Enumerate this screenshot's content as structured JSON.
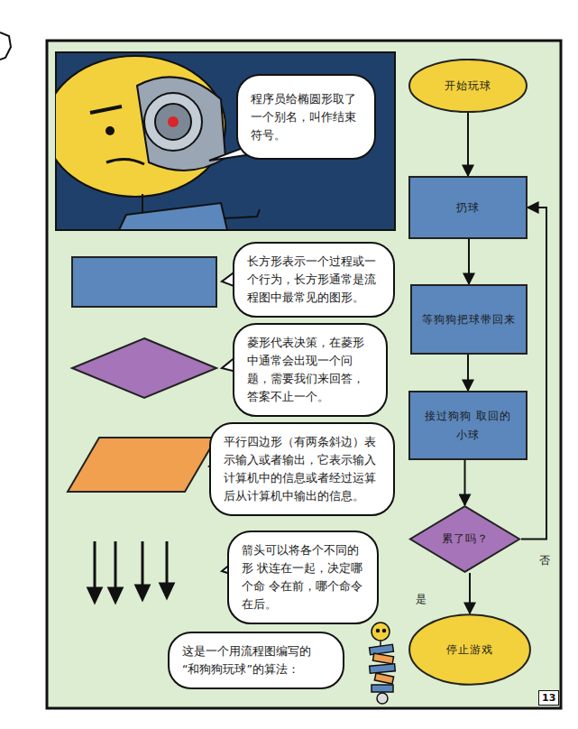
{
  "diagram": {
    "nodes": [
      {
        "text": [
          "程序员给椭圆形取了 一个别名，叫作结束 符号。"
        ]
      },
      {
        "text": [
          "长方形表示一个过程或一 个行为，长方形通常是流 程图中最常见的图形。"
        ]
      },
      {
        "text": [
          "菱形代表决策，在菱形 中通常会出现一个问 题，需要我们来回答， 答案不止一个。"
        ]
      },
      {
        "text": [
          "平行四边形（有两条斜边）表 示输入或者输出，它表示输入 计算机中的信息或者经过运算 后从计算机中输出的信息。"
        ]
      },
      {
        "text": [
          "箭头可以将各个不同的形 状连在一起，决定哪个命 令在前，哪个命令在后。"
        ]
      },
      {
        "text": [
          "这是一个用流程图编写的 “和狗狗玩球”的算法："
        ]
      },
      {
        "text": [
          "开始玩球"
        ]
      },
      {
        "text": [
          "扔球"
        ]
      },
      {
        "text": [
          "等狗狗把球带回来"
        ]
      },
      {
        "text": [
          "接过狗狗 取回的小球"
        ]
      },
      {
        "text": [
          "累了吗？"
        ]
      },
      {
        "text": [
          "停止游戏"
        ]
      }
    ],
    "edges": [
      {
        "from": 6,
        "to": 7,
        "arrow": "to"
      },
      {
        "from": 7,
        "to": 8,
        "arrow": "to"
      },
      {
        "from": 8,
        "to": 9,
        "arrow": "to"
      },
      {
        "from": 9,
        "to": 10,
        "arrow": "to"
      },
      {
        "from": 10,
        "to": 11,
        "label": "是",
        "arrow": "to"
      },
      {
        "from": 10,
        "to": 7,
        "label": "否",
        "arrow": "to"
      }
    ],
    "labels": [
      "13"
    ]
  }
}
